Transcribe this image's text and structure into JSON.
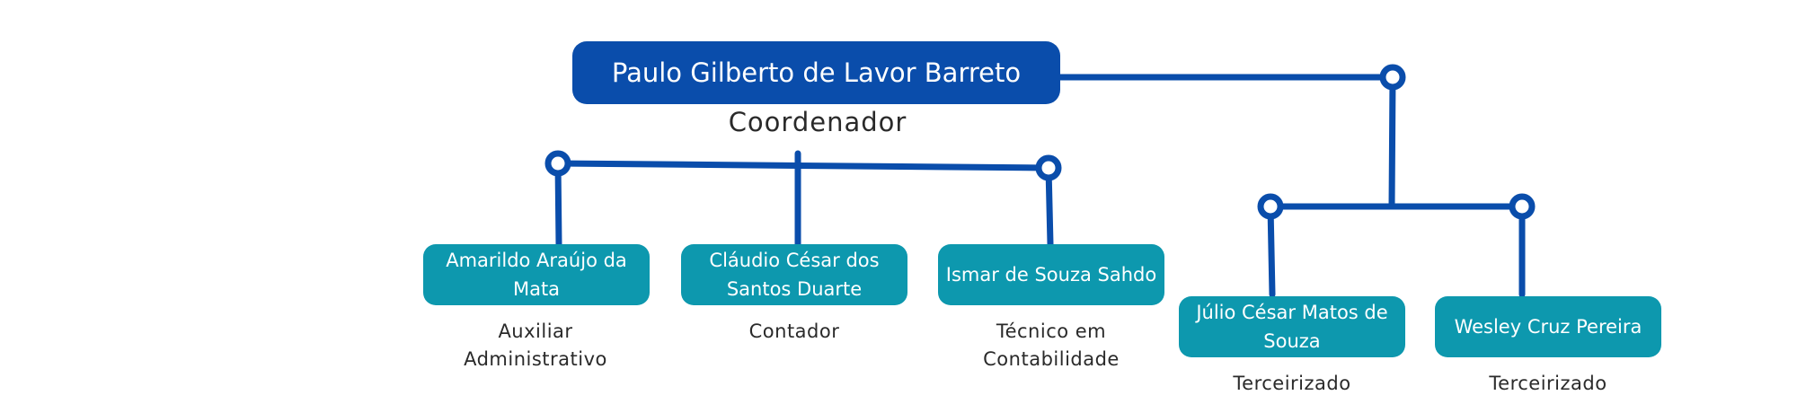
{
  "colors": {
    "connector": "#0a4dab",
    "primary_box": "#0a4dab",
    "secondary_box": "#0d98ae",
    "box_text": "#ffffff",
    "role_text": "#2a2a2a"
  },
  "coordinator": {
    "name": "Paulo Gilberto de Lavor Barreto",
    "role": "Coordenador"
  },
  "staff": [
    {
      "name": "Amarildo Araújo da Mata",
      "role": "Auxiliar Administrativo"
    },
    {
      "name": "Cláudio César dos Santos Duarte",
      "role": "Contador"
    },
    {
      "name": "Ismar de Souza Sahdo",
      "role": "Técnico em Contabilidade"
    }
  ],
  "outsourced": [
    {
      "name": "Júlio César Matos de Souza",
      "role": "Terceirizado"
    },
    {
      "name": "Wesley Cruz Pereira",
      "role": "Terceirizado"
    }
  ]
}
